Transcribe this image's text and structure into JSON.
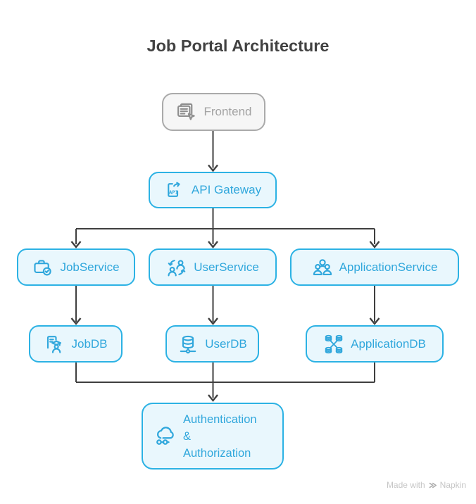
{
  "diagram": {
    "title": "Job Portal Architecture",
    "nodes": {
      "frontend": {
        "label": "Frontend",
        "icon": "browser-window-cursor-icon",
        "variant": "gray"
      },
      "api_gateway": {
        "label": "API Gateway",
        "icon": "api-document-icon",
        "icon_text": "API",
        "variant": "cyan"
      },
      "job_service": {
        "label": "JobService",
        "icon": "briefcase-check-icon",
        "variant": "cyan"
      },
      "user_service": {
        "label": "UserService",
        "icon": "users-swap-icon",
        "variant": "cyan"
      },
      "application_service": {
        "label": "ApplicationService",
        "icon": "people-group-icon",
        "variant": "cyan"
      },
      "job_db": {
        "label": "JobDB",
        "icon": "resume-graduate-icon",
        "variant": "cyan"
      },
      "user_db": {
        "label": "UserDB",
        "icon": "database-network-icon",
        "variant": "cyan"
      },
      "application_db": {
        "label": "ApplicationDB",
        "icon": "distributed-database-icon",
        "variant": "cyan"
      },
      "auth": {
        "label": "Authentication & Authorization",
        "icon": "cloud-connection-icon",
        "variant": "cyan"
      }
    },
    "edges": [
      {
        "from": "Frontend",
        "to": "API Gateway"
      },
      {
        "from": "API Gateway",
        "to": "JobService"
      },
      {
        "from": "API Gateway",
        "to": "UserService"
      },
      {
        "from": "API Gateway",
        "to": "ApplicationService"
      },
      {
        "from": "JobService",
        "to": "JobDB"
      },
      {
        "from": "UserService",
        "to": "UserDB"
      },
      {
        "from": "ApplicationService",
        "to": "ApplicationDB"
      },
      {
        "from": "JobDB",
        "to": "Authentication & Authorization"
      },
      {
        "from": "UserDB",
        "to": "Authentication & Authorization"
      },
      {
        "from": "ApplicationDB",
        "to": "Authentication & Authorization"
      }
    ],
    "colors": {
      "accent_border": "#2CB2E4",
      "accent_text": "#30A7DC",
      "node_fill": "#E9F7FD",
      "gray_border": "#AAAAAA",
      "gray_text": "#A3A3A3",
      "gray_fill": "#F6F6F6",
      "connector": "#3F3F3F",
      "title_text": "#424242",
      "watermark_text": "#C6C6C6"
    },
    "watermark": {
      "prefix": "Made with",
      "brand": "Napkin",
      "logo": "napkin-logo-icon"
    }
  }
}
